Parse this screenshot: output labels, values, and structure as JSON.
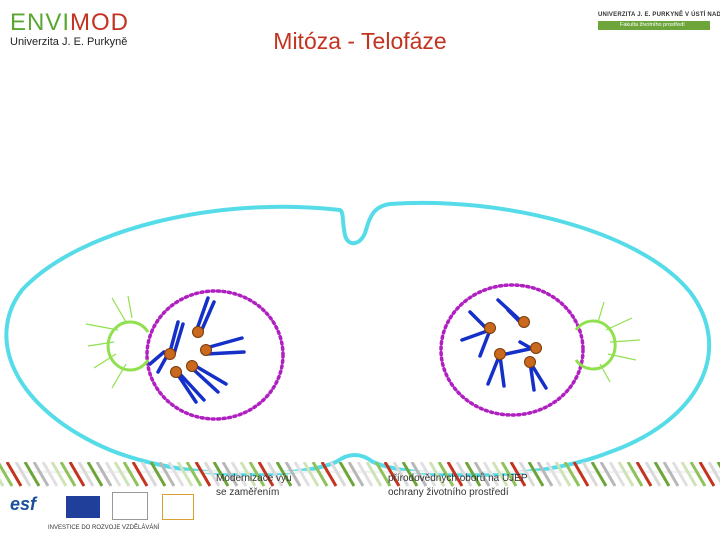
{
  "header": {
    "logo_envimod_a": "ENVI",
    "logo_envimod_b": "MOD",
    "logo_university": "Univerzita J. E. Purkyně",
    "logo_right_line1": "UNIVERZITA J. E. PURKYNĚ V ÚSTÍ NAD LABEM",
    "logo_right_line2": "Fakulta životního prostředí"
  },
  "title": "Mitóza - Telofáze",
  "footer": {
    "text_line1": "Modernizace výu",
    "text_line2": "se zaměřením",
    "text_right_line1": "přírodovědných oborů na UJEP",
    "text_right_line2": "ochrany životního prostředí",
    "funding_esf": "esf",
    "funding_note": "INVESTICE DO ROZVOJE VZDĚLÁVÁNÍ"
  },
  "colors": {
    "cell_membrane": "#55dce8",
    "nuclear_envelope": "#b020c0",
    "chromosome": "#1530c8",
    "centromere": "#c8691e",
    "centrosome": "#90e050",
    "title": "#c4331f",
    "logo_green": "#5aa832"
  }
}
